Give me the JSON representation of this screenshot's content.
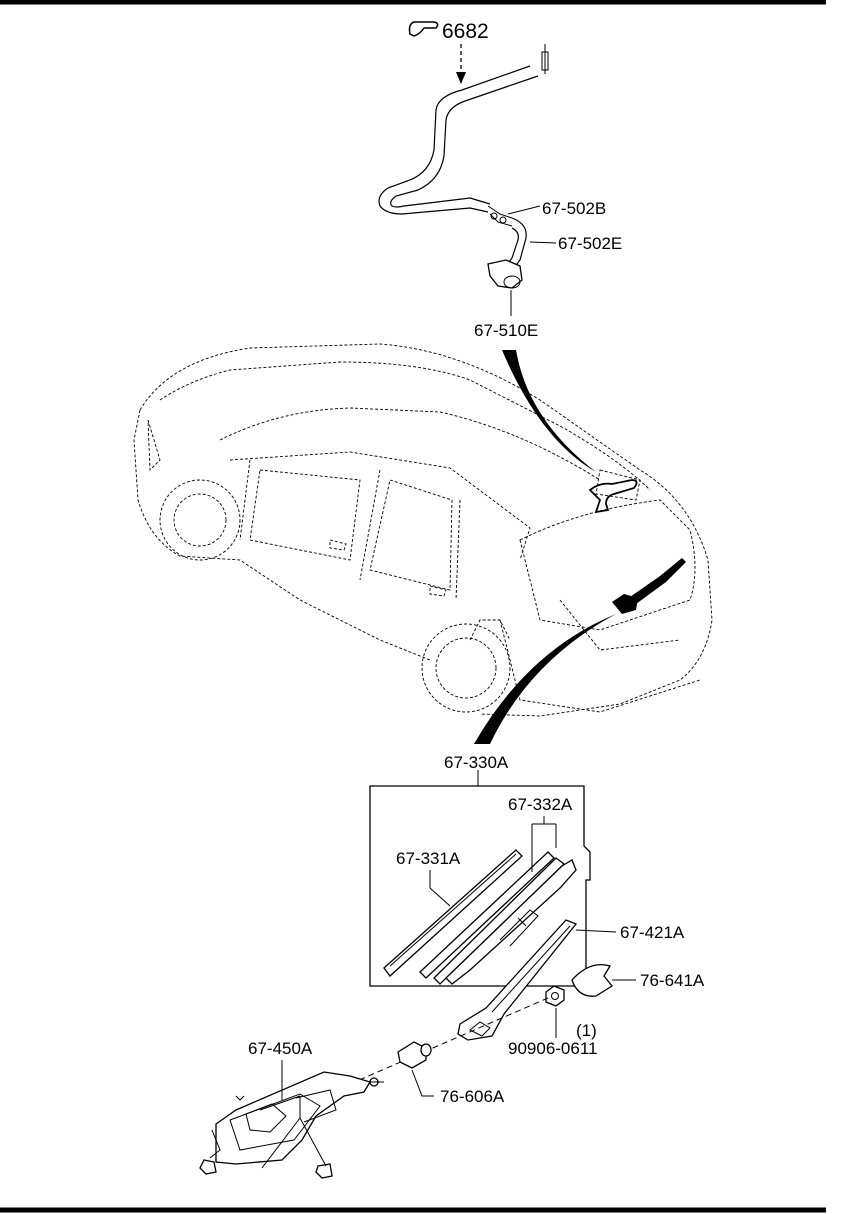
{
  "diagram": {
    "reference": {
      "icon": "hand-pointer-icon",
      "text": "6682"
    },
    "callouts": {
      "p67_502B": "67-502B",
      "p67_502E": "67-502E",
      "p67_510E": "67-510E",
      "p67_330A": "67-330A",
      "p67_332A": "67-332A",
      "p67_331A": "67-331A",
      "p67_421A": "67-421A",
      "p76_641A": "76-641A",
      "p90906_0611": "90906-0611",
      "p90906_0611_qty": "(1)",
      "p67_450A": "67-450A",
      "p76_606A": "76-606A"
    }
  }
}
